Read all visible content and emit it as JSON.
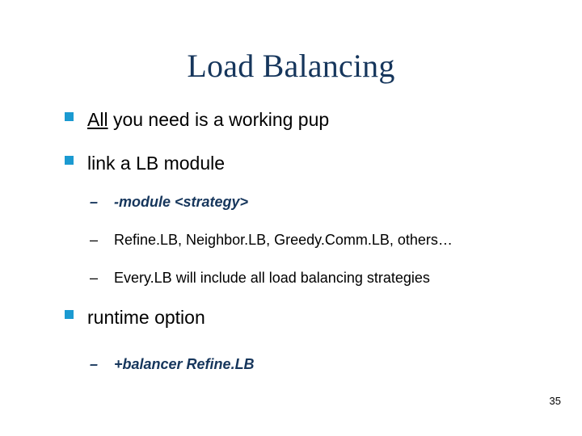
{
  "slide": {
    "title": "Load Balancing",
    "page_number": "35",
    "colors": {
      "title": "#16365c",
      "bullet_square": "#1b9ad1",
      "code_text": "#16365c",
      "body_text": "#000000",
      "background": "#ffffff"
    },
    "bullets": [
      {
        "level": 1,
        "marker": "square-bullet",
        "underlined_prefix": "All",
        "rest": " you need is a working pup",
        "full_text": "All you need is a working pup"
      },
      {
        "level": 1,
        "marker": "square-bullet",
        "full_text": "link a LB module"
      },
      {
        "level": 2,
        "marker": "en-dash",
        "style": "bold-italic-code",
        "full_text": "-module <strategy>"
      },
      {
        "level": 2,
        "marker": "en-dash",
        "style": "plain",
        "full_text": "Refine.LB, Neighbor.LB, Greedy.Comm.LB, others…"
      },
      {
        "level": 2,
        "marker": "en-dash",
        "style": "plain",
        "full_text": "Every.LB will include all load balancing strategies"
      },
      {
        "level": 1,
        "marker": "square-bullet",
        "full_text": "runtime option"
      },
      {
        "level": 2,
        "marker": "en-dash",
        "style": "bold-italic-code",
        "full_text": "+balancer Refine.LB"
      }
    ],
    "markers": {
      "dash": "–"
    }
  }
}
